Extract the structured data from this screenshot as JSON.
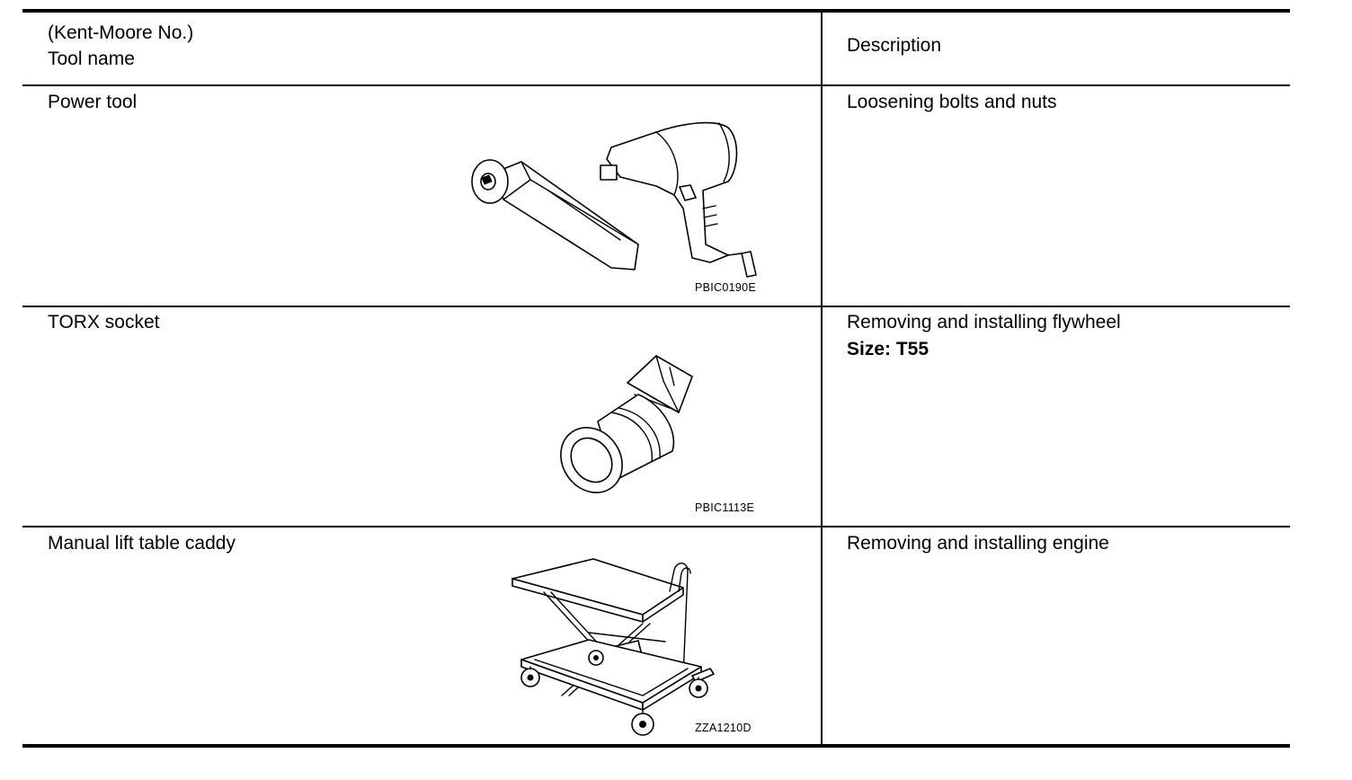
{
  "header": {
    "tool_col_line1": "(Kent-Moore No.)",
    "tool_col_line2": "Tool name",
    "description_col": "Description"
  },
  "rows": [
    {
      "tool_name": "Power tool",
      "description": "Loosening bolts and nuts",
      "figure_code": "PBIC0190E",
      "figure_icon": "power-tool-illustration"
    },
    {
      "tool_name": "TORX socket",
      "description": "Removing and installing flywheel",
      "description_detail": "Size: T55",
      "figure_code": "PBIC1113E",
      "figure_icon": "torx-socket-illustration"
    },
    {
      "tool_name": "Manual lift table caddy",
      "description": "Removing and installing engine",
      "figure_code": "ZZA1210D",
      "figure_icon": "lift-table-caddy-illustration"
    }
  ]
}
